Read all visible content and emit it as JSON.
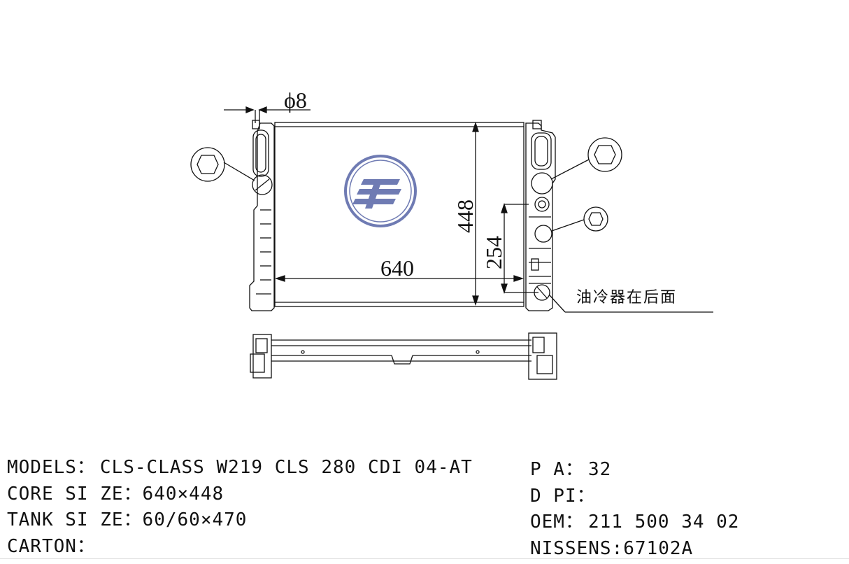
{
  "dimensions": {
    "pipe_diameter": "ϕ8",
    "height": "448",
    "oil_cooler_height": "254",
    "width": "640"
  },
  "note": "油冷器在后面",
  "specs_left": [
    {
      "label": "MODELS：",
      "value": "CLS-CLASS W219 CLS 280 CDI 04-AT"
    },
    {
      "label": "CORE SI ZE：",
      "value": "640×448"
    },
    {
      "label": "TANK SI ZE：",
      "value": "60/60×470"
    },
    {
      "label": "CARTON：",
      "value": ""
    }
  ],
  "specs_right": [
    {
      "label": "P A：",
      "value": "32"
    },
    {
      "label": "D PI：",
      "value": ""
    },
    {
      "label": "OEM：",
      "value": "211 500 34 02"
    },
    {
      "label": "NISSENS:",
      "value": "67102A"
    }
  ],
  "colors": {
    "line": "#111111",
    "logo": "#3f4f9a"
  }
}
